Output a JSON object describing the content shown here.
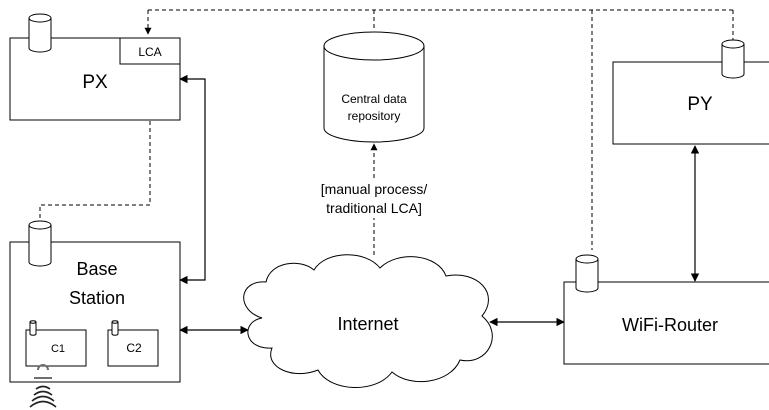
{
  "nodes": {
    "px": {
      "label": "PX"
    },
    "lca": {
      "label": "LCA"
    },
    "py": {
      "label": "PY"
    },
    "base_station": {
      "line1": "Base",
      "line2": "Station"
    },
    "c1": {
      "label": "C1"
    },
    "c2": {
      "label": "C2"
    },
    "internet": {
      "label": "Internet"
    },
    "wifi_router": {
      "label": "WiFi-Router"
    },
    "repository": {
      "line1": "Central data",
      "line2": "repository"
    }
  },
  "edge_labels": {
    "manual_process": {
      "line1": "[manual process/",
      "line2": "traditional LCA]"
    }
  },
  "icons": {
    "database": "database-cylinder-icon",
    "wifi": "wifi-signal-icon"
  },
  "colors": {
    "stroke": "#000000",
    "fill": "#ffffff"
  }
}
